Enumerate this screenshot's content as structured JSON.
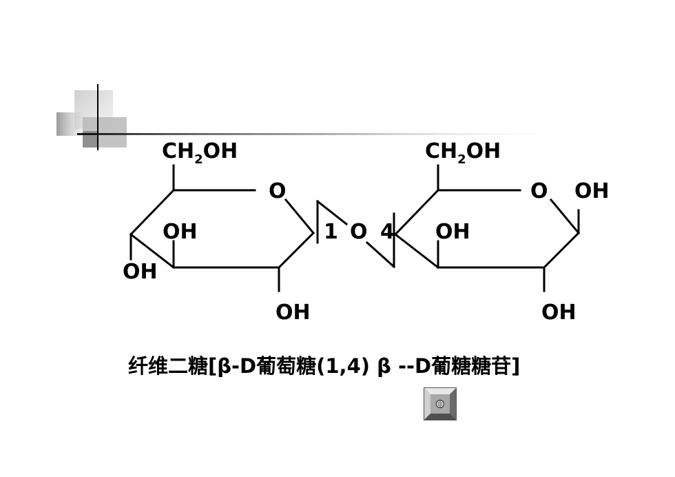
{
  "diagram": {
    "labels": {
      "ch2oh_left": "CH",
      "ch2oh_left_sub": "2",
      "ch2oh_left_tail": "OH",
      "ch2oh_right": "CH",
      "ch2oh_right_sub": "2",
      "ch2oh_right_tail": "OH",
      "ring_o_left": "O",
      "ring_o_right": "O",
      "oh_anomeric_right": "OH",
      "oh_c3_left": "OH",
      "oh_c4_left": "OH",
      "oh_c2_left": "OH",
      "oh_c3_right": "OH",
      "oh_c2_right": "OH",
      "link_carbon_1": "1",
      "link_oxygen": "O",
      "link_carbon_4": "4"
    }
  },
  "caption": {
    "text": "纤维二糖[β-D葡萄糖(1,4) β --D葡糖糖苷]"
  },
  "colors": {
    "ink": "#000000",
    "decor_gray": "#bfbfbf",
    "button_face": "#a0a0a0"
  },
  "icons": {
    "nav_button": "home-button-icon"
  }
}
